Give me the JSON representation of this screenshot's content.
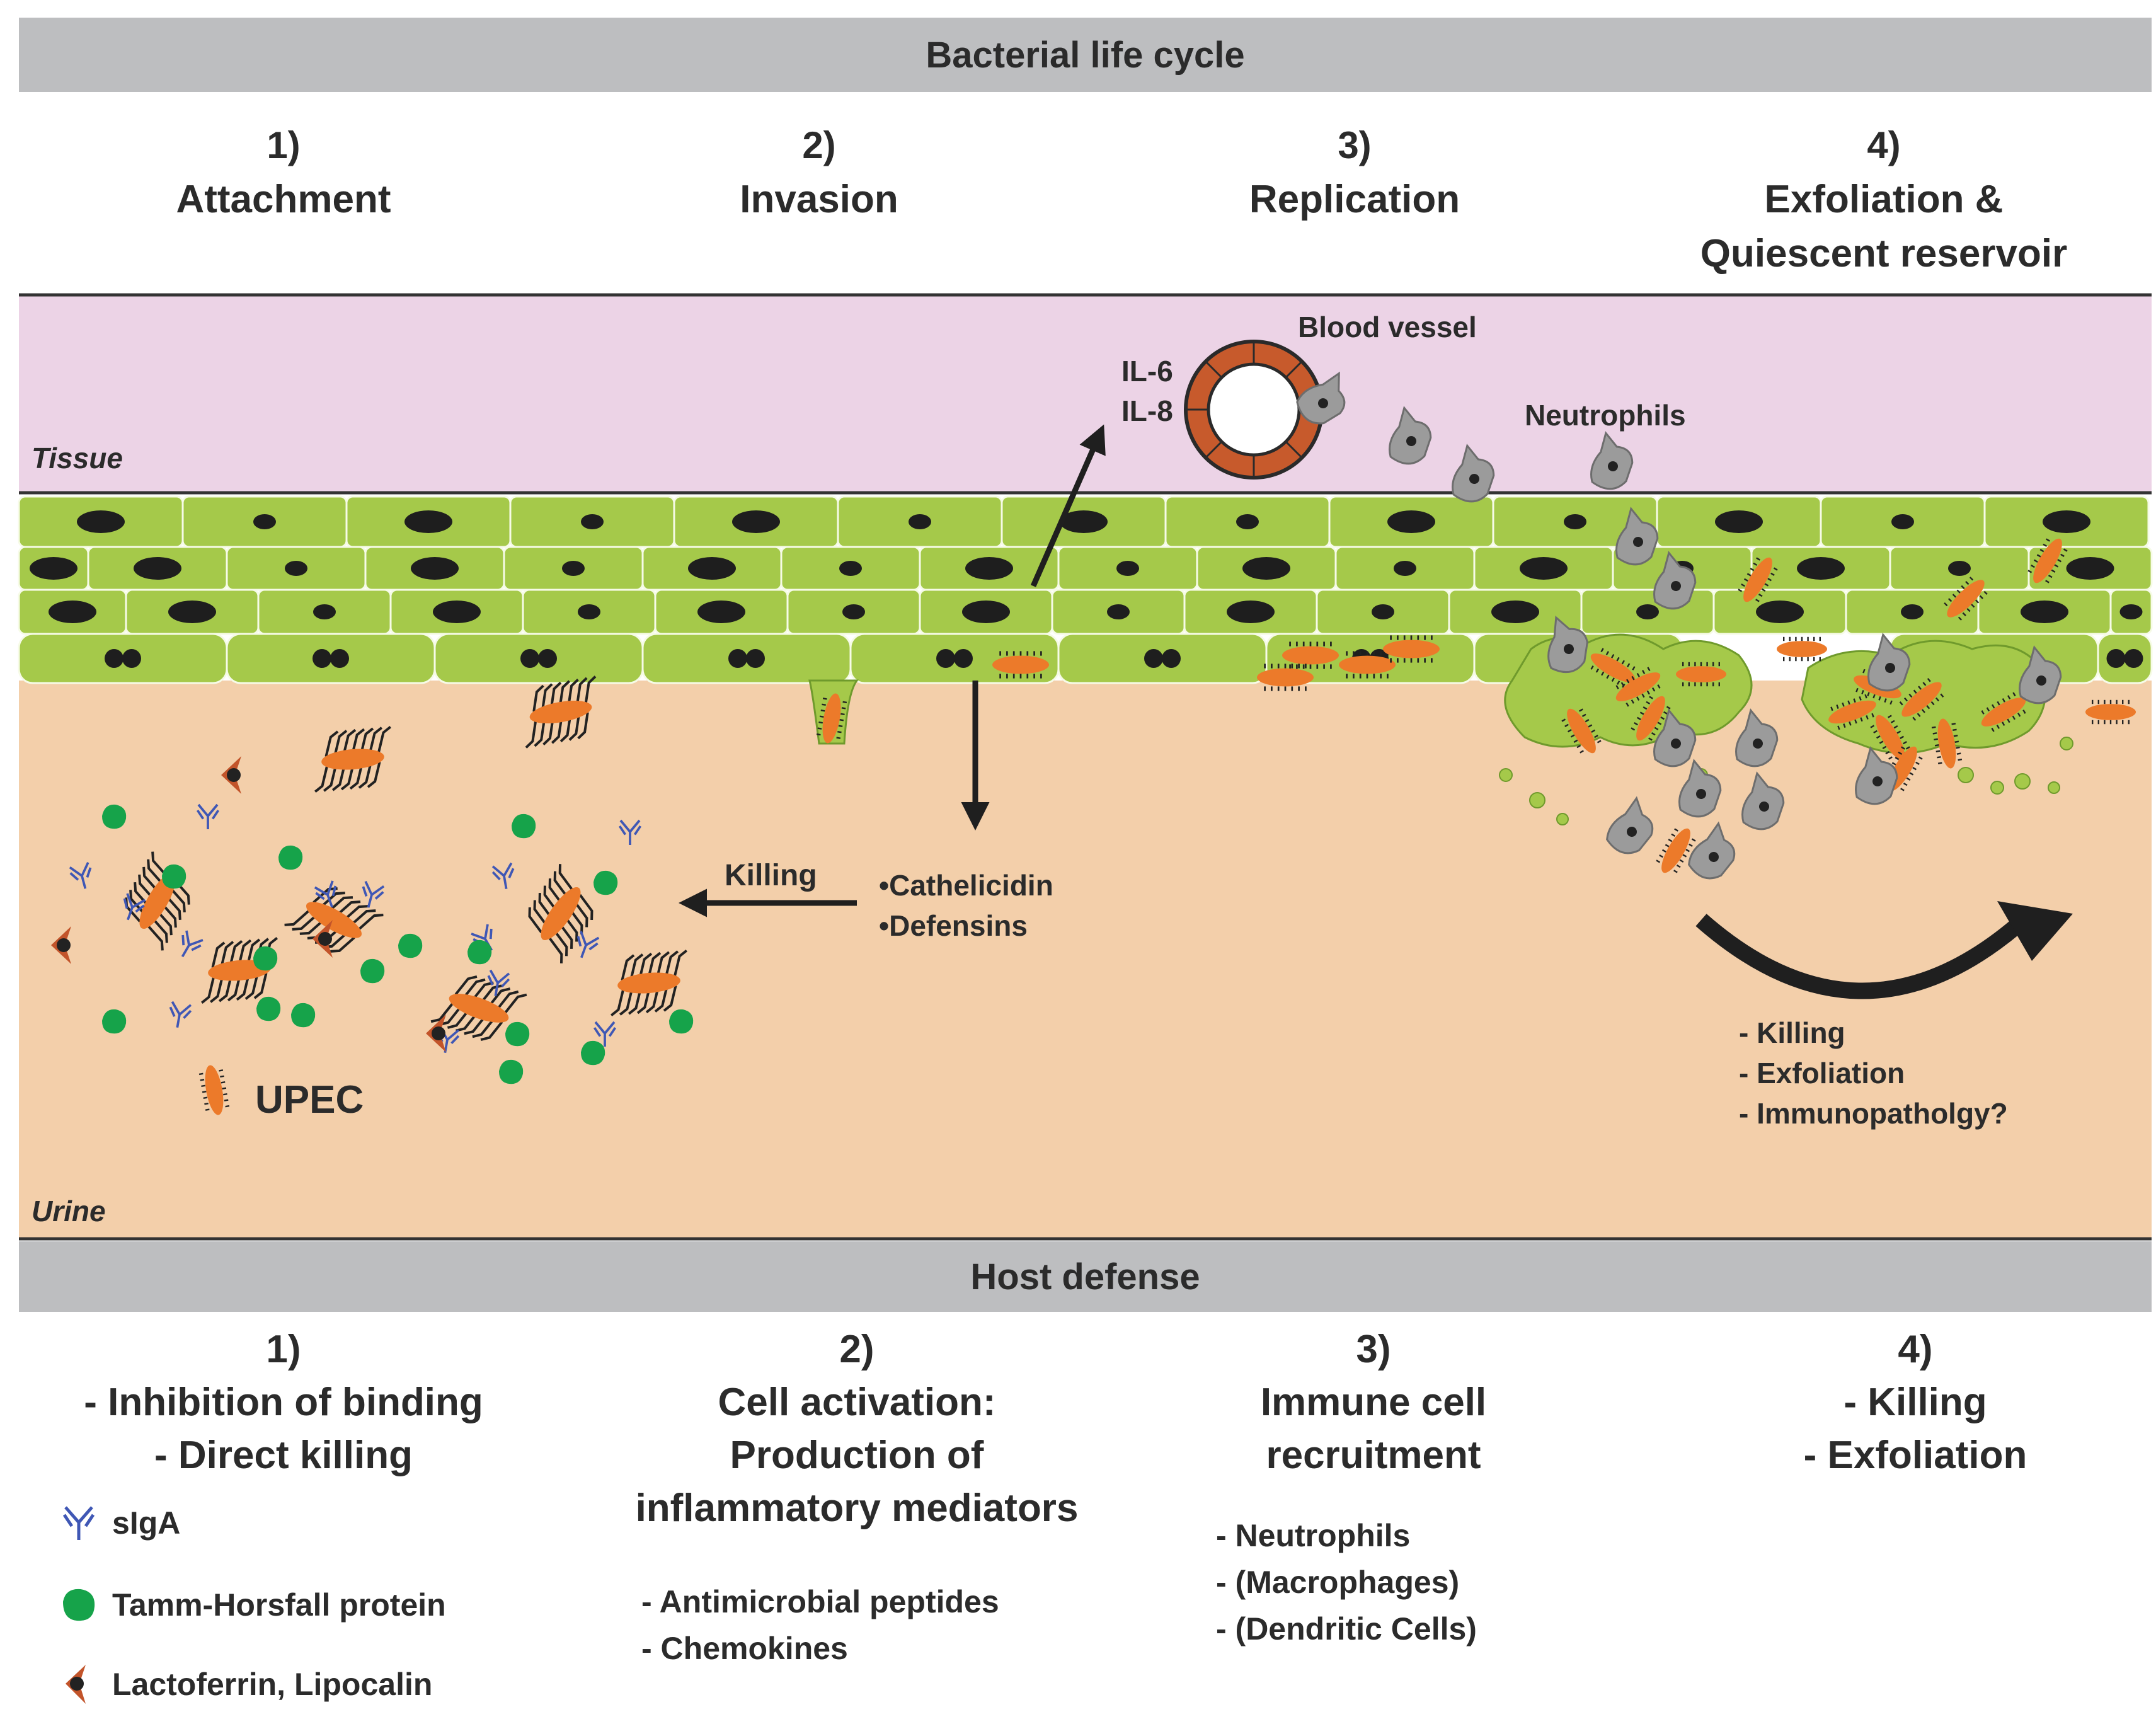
{
  "header": {
    "life_cycle": "Bacterial life cycle",
    "host_defense": "Host defense"
  },
  "stages": [
    {
      "num": "1)",
      "name": "Attachment"
    },
    {
      "num": "2)",
      "name": "Invasion"
    },
    {
      "num": "3)",
      "name": "Replication"
    },
    {
      "num": "4)",
      "name": "Exfoliation &",
      "name2": "Quiescent reservoir"
    }
  ],
  "scene": {
    "tissue": "Tissue",
    "urine": "Urine",
    "blood_vessel": "Blood vessel",
    "il6": "IL-6",
    "il8": "IL-8",
    "neutrophils": "Neutrophils",
    "killing": "Killing",
    "cathelicidin": "•Cathelicidin",
    "defensins": "•Defensins",
    "upec": "UPEC",
    "outcomes": [
      "- Killing",
      "- Exfoliation",
      "- Immunopatholgy?"
    ]
  },
  "host": {
    "col1": {
      "num": "1)",
      "line1": "- Inhibition of binding",
      "line2": "- Direct killing"
    },
    "col2": {
      "num": "2)",
      "line1": "Cell activation:",
      "line2": "Production of",
      "line3": "inflammatory mediators",
      "items": [
        "- Antimicrobial peptides",
        "- Chemokines"
      ]
    },
    "col3": {
      "num": "3)",
      "line1": "Immune cell",
      "line2": "recruitment",
      "items": [
        "- Neutrophils",
        "- (Macrophages)",
        "- (Dendritic Cells)"
      ]
    },
    "col4": {
      "num": "4)",
      "line1": "- Killing",
      "line2": "- Exfoliation"
    }
  },
  "legend": [
    {
      "icon": "antibody-icon",
      "label": "sIgA"
    },
    {
      "icon": "tamm-horsfall-icon",
      "label": "Tamm-Horsfall protein"
    },
    {
      "icon": "lactoferrin-icon",
      "label": "Lactoferrin, Lipocalin"
    }
  ],
  "colors": {
    "tissue": "#ecd3e6",
    "urine": "#f3cfaa",
    "epithelium": "#a5c94a",
    "bacteria": "#ec7a2a",
    "neutrophil": "#9b9b9b",
    "vessel": "#c75a2c",
    "sIgA": "#3f57b5",
    "tamm_horsfall": "#16a34a",
    "lactoferrin": "#c2542a"
  }
}
